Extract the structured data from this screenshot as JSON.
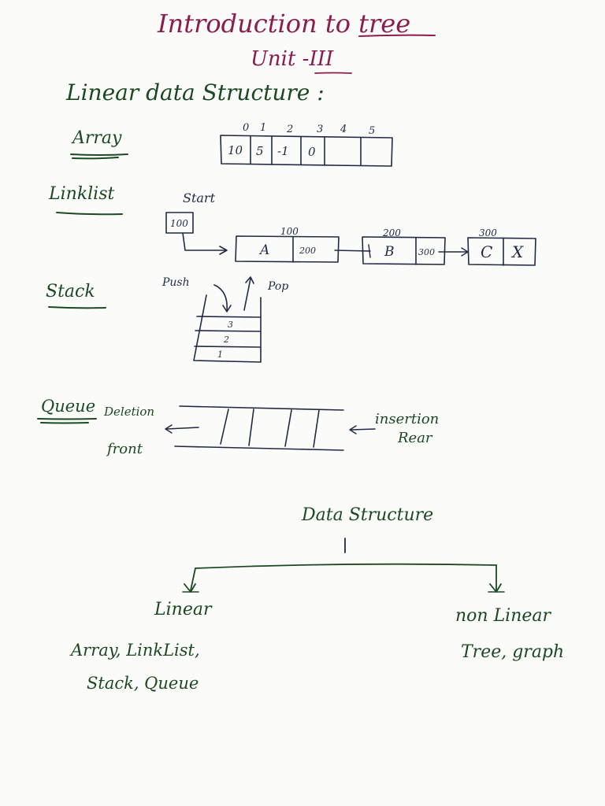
{
  "header": {
    "title": "Introduction to tree",
    "unit": "Unit -III"
  },
  "section_heading": "Linear data Structure :",
  "array": {
    "label": "Array",
    "indices": [
      "0",
      "1",
      "2",
      "3",
      "4",
      "5"
    ],
    "cells": [
      "10",
      "5",
      "-1",
      "0",
      "",
      ""
    ]
  },
  "linklist": {
    "label": "Linklist",
    "start_label": "Start",
    "start_value": "100",
    "nodes": [
      {
        "address": "100",
        "data": "A",
        "next": "200"
      },
      {
        "address": "200",
        "data": "B",
        "next": "300"
      },
      {
        "address": "300",
        "data": "C",
        "next": "X"
      }
    ]
  },
  "stack": {
    "label": "Stack",
    "push_label": "Push",
    "pop_label": "Pop",
    "items": [
      "3",
      "2",
      "1"
    ]
  },
  "queue": {
    "label": "Queue",
    "deletion_label": "Deletion",
    "front_label": "front",
    "insertion_label": "insertion",
    "rear_label": "Rear"
  },
  "classification": {
    "root": "Data Structure",
    "linear": {
      "label": "Linear",
      "examples_line1": "Array, LinkList,",
      "examples_line2": "Stack, Queue"
    },
    "nonlinear": {
      "label": "non Linear",
      "examples": "Tree, graph"
    }
  },
  "colors": {
    "green_ink": "#1b4a22",
    "magenta_ink": "#8a1d4d",
    "blue_ink": "#1f2a44",
    "paper": "#fbfbfa"
  }
}
